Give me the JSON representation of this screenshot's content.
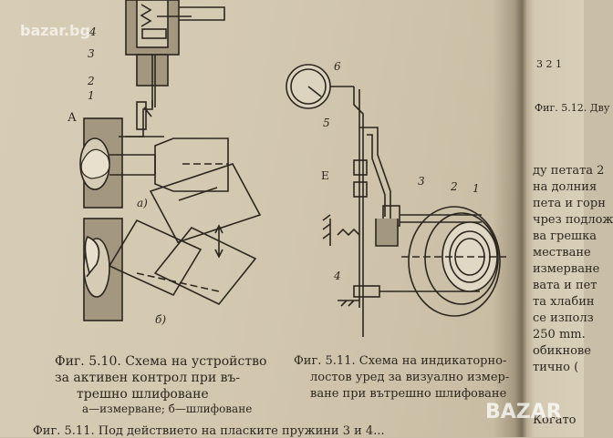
{
  "watermark_top": "bazar.bg",
  "watermark_bottom": "BAZAR",
  "figure_510": {
    "caption_lines": [
      "Фиг. 5.10. Схема на устройство",
      "за активен контрол при въ-",
      "трешно шлифоване"
    ],
    "subcaption": "а—измерване; б—шлифоване",
    "labels": {
      "n4": "4",
      "n3": "3",
      "n2": "2",
      "n1": "1",
      "a_big": "А",
      "a_small": "а)",
      "b_small": "б)"
    }
  },
  "figure_511": {
    "caption_lines": [
      "Фиг. 5.11. Схема на индикаторно-",
      "лостов уред за визуално измер-",
      "ване при вътрешно шлифоване"
    ],
    "labels": {
      "n6": "6",
      "n5": "5",
      "e": "Е",
      "n3": "3",
      "n2": "2",
      "n1": "1",
      "n4": "4"
    }
  },
  "figure_512_labels": {
    "nums": "3 2 1"
  },
  "right_page_lines": [
    "Фиг. 5.12. Дву",
    "ду петата 2",
    "на долния",
    "пета и горн",
    "чрез подлож",
    "ва грешка",
    "местване",
    "измерване",
    "вата и пет",
    "та хлабин",
    "се използ",
    "250 mm.",
    "обикнове",
    "тично (",
    "Когато"
  ],
  "bottom_line": "Фиг. 5.11. Под действието на пласките пружини 3 и 4..."
}
